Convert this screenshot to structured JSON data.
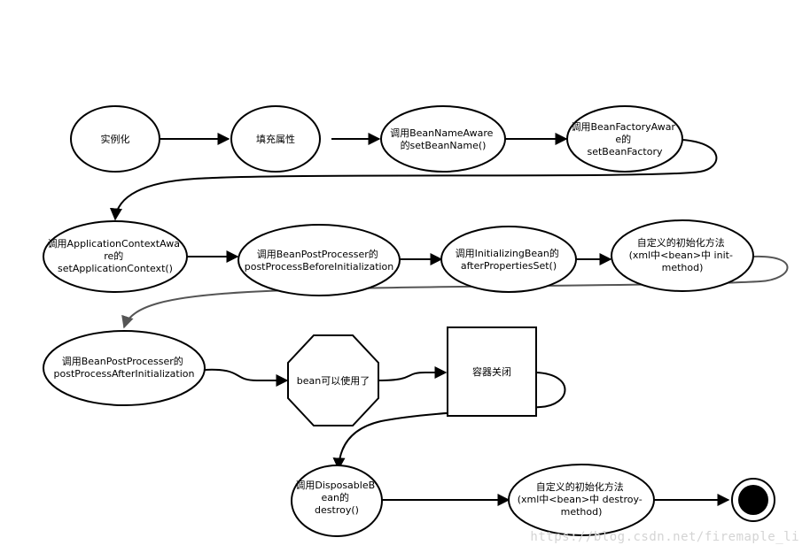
{
  "nodes": {
    "instantiate": [
      "实例化"
    ],
    "populate": [
      "填充属性"
    ],
    "bean_name_aware": [
      "调用BeanNameAware",
      "的setBeanName()"
    ],
    "bean_factory_aware": [
      "调用BeanFactoryAwar",
      "e的",
      "setBeanFactory"
    ],
    "app_context_aware": [
      "调用ApplicationContextAwa",
      "re的",
      "setApplicationContext()"
    ],
    "before_init": [
      "调用BeanPostProcesser的",
      "postProcessBeforeInitialization"
    ],
    "initializing_bean": [
      "调用InitializingBean的",
      "afterPropertiesSet()"
    ],
    "custom_init": [
      "自定义的初始化方法",
      "(xml中<bean>中 init-",
      "method)"
    ],
    "after_init": [
      "调用BeanPostProcesser的",
      "postProcessAfterInitialization"
    ],
    "bean_usable": [
      "bean可以使用了"
    ],
    "container_close": [
      "容器关闭"
    ],
    "disposable_bean": [
      "调用DisposableB",
      "ean的",
      "destroy()"
    ],
    "custom_destroy": [
      "自定义的初始化方法",
      "(xml中<bean>中 destroy-",
      "method)"
    ]
  },
  "watermark": "https://blog.csdn.net/firemaple_li"
}
